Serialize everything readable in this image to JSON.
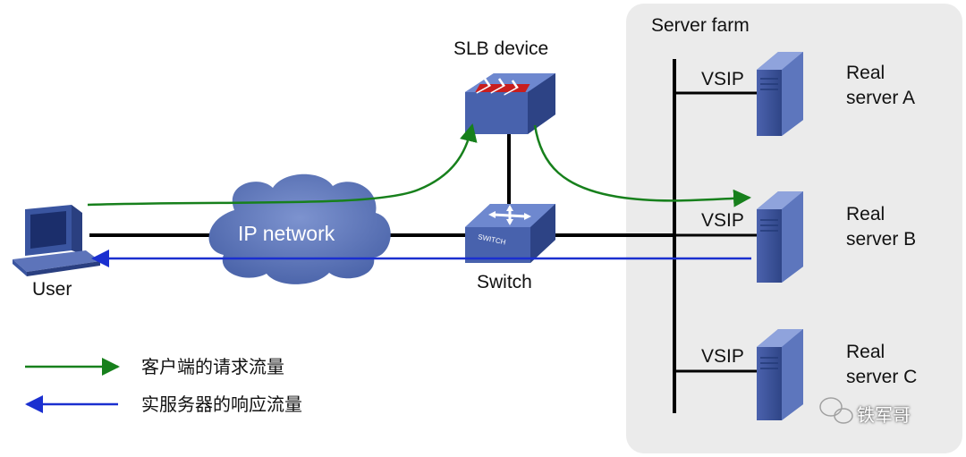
{
  "server_farm": {
    "title": "Server farm"
  },
  "slb": {
    "label": "SLB device"
  },
  "switch": {
    "label": "Switch",
    "badge": "SWITCH"
  },
  "cloud": {
    "label": "IP network"
  },
  "user": {
    "label": "User"
  },
  "servers": [
    {
      "vsip": "VSIP",
      "name_line1": "Real",
      "name_line2": "server A"
    },
    {
      "vsip": "VSIP",
      "name_line1": "Real",
      "name_line2": "server B"
    },
    {
      "vsip": "VSIP",
      "name_line1": "Real",
      "name_line2": "server C"
    }
  ],
  "legend": {
    "request": "客户端的请求流量",
    "response": "实服务器的响应流量"
  },
  "watermark": "铁军哥",
  "colors": {
    "request": "#17801c",
    "response": "#1a2fd0",
    "farm_bg": "#ebebeb",
    "cloud": "#5b74b6",
    "device": "#4a64a8"
  }
}
